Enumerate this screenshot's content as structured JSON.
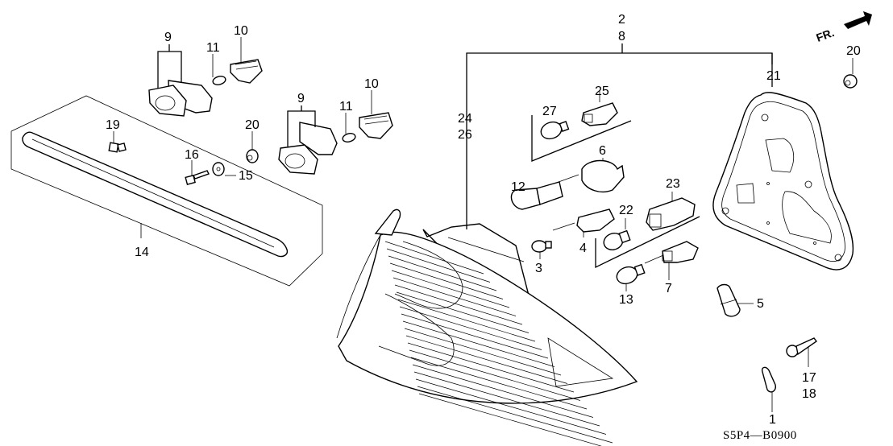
{
  "diagram": {
    "title": "Taillight / License Light Exploded View",
    "code": "S5P4—B0900",
    "direction_label": "FR.",
    "colors": {
      "ink": "#000000",
      "paper": "#ffffff"
    },
    "callouts": [
      {
        "id": "c9a",
        "text": "9"
      },
      {
        "id": "c11a",
        "text": "11"
      },
      {
        "id": "c10a",
        "text": "10"
      },
      {
        "id": "c9b",
        "text": "9"
      },
      {
        "id": "c11b",
        "text": "11"
      },
      {
        "id": "c10b",
        "text": "10"
      },
      {
        "id": "c19",
        "text": "19"
      },
      {
        "id": "c20a",
        "text": "20"
      },
      {
        "id": "c16",
        "text": "16"
      },
      {
        "id": "c15",
        "text": "15"
      },
      {
        "id": "c14",
        "text": "14"
      },
      {
        "id": "c2",
        "text": "2"
      },
      {
        "id": "c8",
        "text": "8"
      },
      {
        "id": "c24",
        "text": "24"
      },
      {
        "id": "c26",
        "text": "26"
      },
      {
        "id": "c27",
        "text": "27"
      },
      {
        "id": "c25",
        "text": "25"
      },
      {
        "id": "c6",
        "text": "6"
      },
      {
        "id": "c12",
        "text": "12"
      },
      {
        "id": "c3",
        "text": "3"
      },
      {
        "id": "c4",
        "text": "4"
      },
      {
        "id": "c22",
        "text": "22"
      },
      {
        "id": "c23",
        "text": "23"
      },
      {
        "id": "c13",
        "text": "13"
      },
      {
        "id": "c7",
        "text": "7"
      },
      {
        "id": "c21",
        "text": "21"
      },
      {
        "id": "c20b",
        "text": "20"
      },
      {
        "id": "c5",
        "text": "5"
      },
      {
        "id": "c17",
        "text": "17"
      },
      {
        "id": "c18",
        "text": "18"
      },
      {
        "id": "c1",
        "text": "1"
      }
    ]
  }
}
